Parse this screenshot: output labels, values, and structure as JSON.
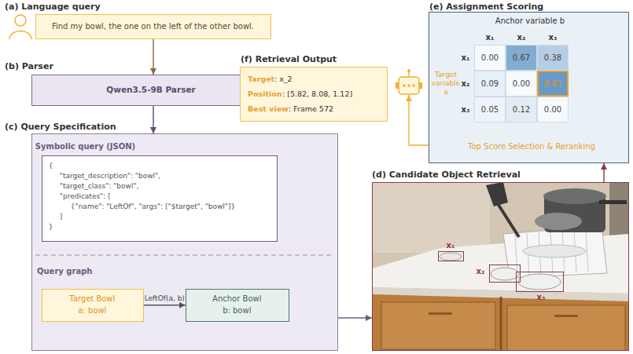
{
  "diagram": {
    "nodes": [
      {
        "text": [
          "(a) Language query",
          "Find my bowl, the one on the left of the other bowl."
        ]
      },
      {
        "text": [
          "(b) Parser",
          "Qwen3.5-9B Parser"
        ]
      },
      {
        "text": [
          "(c) Query Specification"
        ]
      },
      {
        "text": [
          "Symbolic query (JSON)",
          "{",
          "\"target_description\": \"bowl\",",
          "\"target_class\": \"bowl\",",
          "\"predicates\": [",
          "{\"name\": \"LeftOf\", \"args\": [\"$target\", \"bowl\"]}",
          "]",
          "}"
        ],
        "in": 2
      },
      {
        "text": [
          "Target Bowl",
          "a: bowl"
        ],
        "in": 2
      },
      {
        "text": [
          "Anchor Bowl",
          "b: bowl"
        ],
        "in": 2
      },
      {
        "text": [
          "(d) Candidate Object Retrieval"
        ]
      },
      {
        "text": [
          "x₁"
        ],
        "in": 6
      },
      {
        "text": [
          "x₂"
        ],
        "in": 6
      },
      {
        "text": [
          "x₃"
        ],
        "in": 6
      },
      {
        "text": [
          "(e) Assignment Scoring",
          "Anchor variable b",
          "Target variable a",
          "Top Score Selection & Reranking"
        ]
      },
      {
        "text": [
          "(f) Retrieval Output",
          "Target",
          ": x_2",
          "Position",
          ": [5.82, 8.08, 1.12]",
          "Best view",
          ": Frame 572"
        ]
      }
    ],
    "edges": [
      {
        "from": 0,
        "to": 1,
        "arrow": "to"
      },
      {
        "from": 1,
        "to": 2,
        "arrow": "to"
      },
      {
        "from": 4,
        "to": 5,
        "label": "LeftOf(a, b)",
        "arrow": "to"
      },
      {
        "from": 2,
        "to": 6,
        "arrow": "to"
      },
      {
        "from": 6,
        "to": 10,
        "arrow": "to"
      },
      {
        "from": 10,
        "to": 11,
        "arrow": "to"
      }
    ],
    "labels": [
      "Query graph",
      "x₁",
      "x₂",
      "x₃",
      "x₁",
      "0.00",
      "0.67",
      "0.38",
      "x₂",
      "0.09",
      "0.00",
      "0.83",
      "x₃",
      "0.05",
      "0.12",
      "0.00"
    ]
  }
}
